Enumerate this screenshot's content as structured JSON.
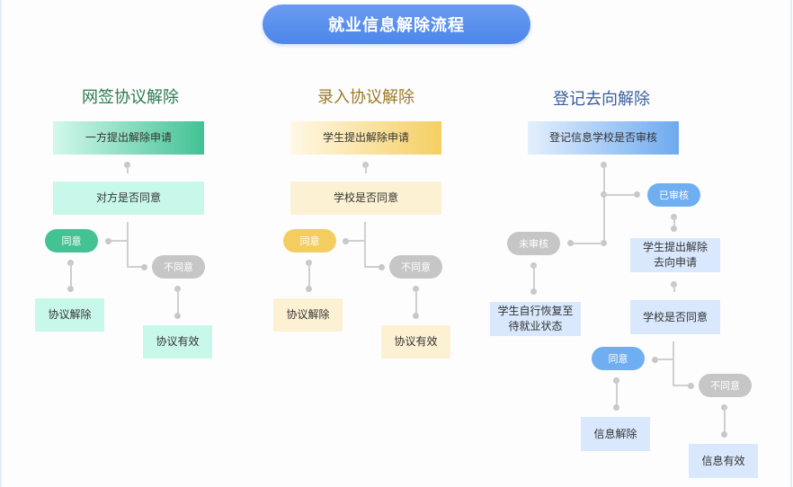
{
  "title": "就业信息解除流程",
  "colors": {
    "title_bg": "#5b91ee",
    "green_accent": "#43c393",
    "green_title": "#2a7a50",
    "yellow_accent": "#f4cd61",
    "yellow_title": "#9a7a22",
    "blue_accent": "#6faef1",
    "blue_title": "#3a5f9e",
    "neutral_pill": "#c6c6c6"
  },
  "sections": [
    {
      "title": "网签协议解除",
      "step1": "一方提出解除申请",
      "step2": "对方是否同意",
      "agree": "同意",
      "disagree": "不同意",
      "agree_result": "协议解除",
      "disagree_result": "协议有效"
    },
    {
      "title": "录入协议解除",
      "step1": "学生提出解除申请",
      "step2": "学校是否同意",
      "agree": "同意",
      "disagree": "不同意",
      "agree_result": "协议解除",
      "disagree_result": "协议有效"
    },
    {
      "title": "登记去向解除",
      "step1": "登记信息学校是否审核",
      "reviewed": "已审核",
      "not_reviewed": "未审核",
      "not_reviewed_result_line1": "学生自行恢复至",
      "not_reviewed_result_line2": "待就业状态",
      "reviewed_step_line1": "学生提出解除",
      "reviewed_step_line2": "去向申请",
      "step3": "学校是否同意",
      "agree": "同意",
      "disagree": "不同意",
      "agree_result": "信息解除",
      "disagree_result": "信息有效"
    }
  ]
}
